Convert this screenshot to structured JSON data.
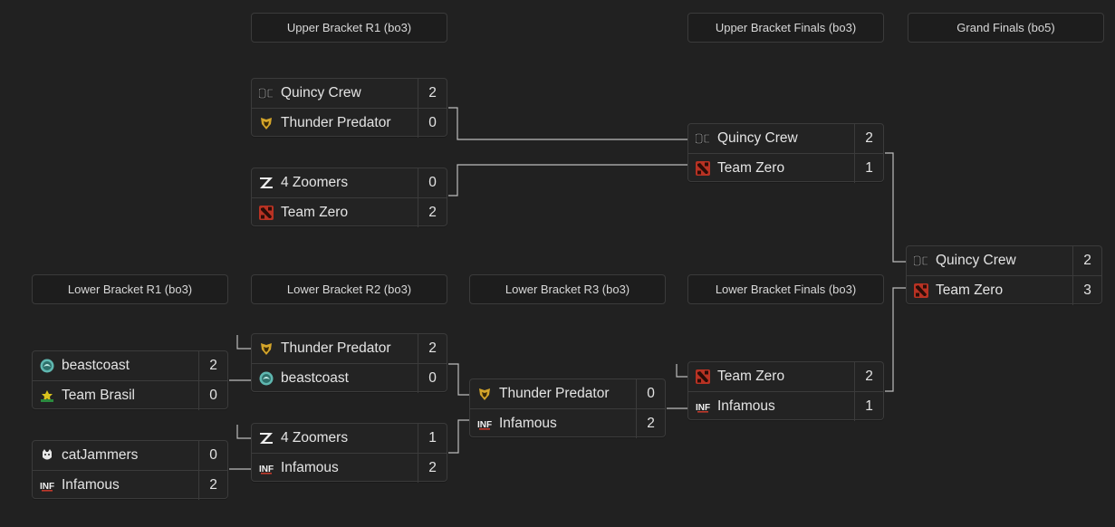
{
  "rounds": {
    "ub_r1": "Upper Bracket R1 (bo3)",
    "ub_finals": "Upper Bracket Finals (bo3)",
    "grand_finals": "Grand Finals (bo5)",
    "lb_r1": "Lower Bracket R1 (bo3)",
    "lb_r2": "Lower Bracket R2 (bo3)",
    "lb_r3": "Lower Bracket R3 (bo3)",
    "lb_finals": "Lower Bracket Finals (bo3)"
  },
  "matches": {
    "ub_r1_1": [
      {
        "name": "Quincy Crew",
        "score": "2",
        "logo": "quincy-crew-logo"
      },
      {
        "name": "Thunder Predator",
        "score": "0",
        "logo": "thunder-predator-logo"
      }
    ],
    "ub_r1_2": [
      {
        "name": "4 Zoomers",
        "score": "0",
        "logo": "4-zoomers-logo"
      },
      {
        "name": "Team Zero",
        "score": "2",
        "logo": "team-zero-logo"
      }
    ],
    "ub_finals": [
      {
        "name": "Quincy Crew",
        "score": "2",
        "logo": "quincy-crew-logo"
      },
      {
        "name": "Team Zero",
        "score": "1",
        "logo": "team-zero-logo"
      }
    ],
    "grand_finals": [
      {
        "name": "Quincy Crew",
        "score": "2",
        "logo": "quincy-crew-logo"
      },
      {
        "name": "Team Zero",
        "score": "3",
        "logo": "team-zero-logo"
      }
    ],
    "lb_r1_1": [
      {
        "name": "beastcoast",
        "score": "2",
        "logo": "beastcoast-logo"
      },
      {
        "name": "Team Brasil",
        "score": "0",
        "logo": "team-brasil-logo"
      }
    ],
    "lb_r1_2": [
      {
        "name": "catJammers",
        "score": "0",
        "logo": "catjammers-logo"
      },
      {
        "name": "Infamous",
        "score": "2",
        "logo": "infamous-logo"
      }
    ],
    "lb_r2_1": [
      {
        "name": "Thunder Predator",
        "score": "2",
        "logo": "thunder-predator-logo"
      },
      {
        "name": "beastcoast",
        "score": "0",
        "logo": "beastcoast-logo"
      }
    ],
    "lb_r2_2": [
      {
        "name": "4 Zoomers",
        "score": "1",
        "logo": "4-zoomers-logo"
      },
      {
        "name": "Infamous",
        "score": "2",
        "logo": "infamous-logo"
      }
    ],
    "lb_r3": [
      {
        "name": "Thunder Predator",
        "score": "0",
        "logo": "thunder-predator-logo"
      },
      {
        "name": "Infamous",
        "score": "2",
        "logo": "infamous-logo"
      }
    ],
    "lb_finals": [
      {
        "name": "Team Zero",
        "score": "2",
        "logo": "team-zero-logo"
      },
      {
        "name": "Infamous",
        "score": "1",
        "logo": "infamous-logo"
      }
    ]
  },
  "colors": {
    "background": "#212121",
    "box_border": "#3b3b3b",
    "connector": "#bdbdbd",
    "team_zero_red": "#c0392b",
    "thunder_gold": "#d4a52a",
    "beastcoast_teal": "#5fb7b0",
    "team_brasil_yellow": "#d9c21e"
  }
}
